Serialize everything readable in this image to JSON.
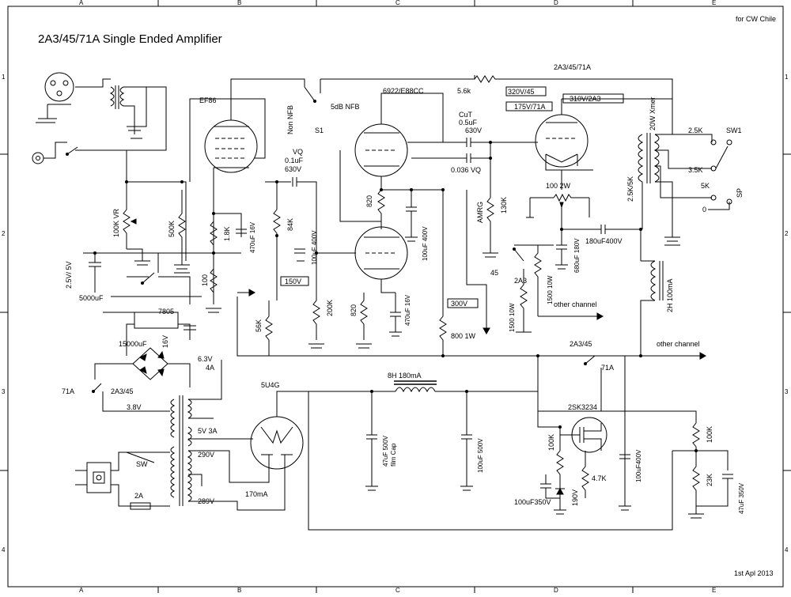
{
  "sheet": {
    "title": "2A3/45/71A Single Ended Amplifier",
    "credit": "for CW Chile",
    "date": "1st Apl 2013",
    "columns": [
      "A",
      "B",
      "C",
      "D",
      "E"
    ],
    "rows": [
      "1",
      "2",
      "3",
      "4"
    ]
  },
  "tubes": {
    "input": "EF86",
    "driver": "6922/E88CC",
    "output": "2A3/45/71A",
    "output_top": "2A3/45/71A",
    "rectifier": "5U4G",
    "mosfet": "2SK3234"
  },
  "labels": {
    "vr100k": "100K VR",
    "r500k": "500K",
    "r100": "100",
    "r1k8": "1.8K",
    "c470uf16": "470uF\n16V",
    "vq": "VQ",
    "c01": "0.1uF",
    "c01v": "630V",
    "r84k": "84K",
    "c100uf400a": "100uF 400V",
    "v150": "150V",
    "r56k": "56K",
    "r200k": "200K",
    "non_nfb": "Non NFB",
    "nfb5db": "5dB NFB",
    "s1": "S1",
    "r56": "5.6k",
    "r820a": "820",
    "r820b": "820",
    "c100uf400b": "100uF 400V",
    "c470uf16b": "470uF\n16V",
    "v300": "300V",
    "r800": "800 1W",
    "cut": "CuT",
    "c05": "0.5uF",
    "c05v": "630V",
    "c036": "0.036 VQ",
    "amrg": "AMRG",
    "r130k": "130K",
    "v320": "320V/45",
    "v310": "310V/2A3",
    "v175": "175V/71A",
    "r1002w": "100 2W",
    "c180": "180uF400V",
    "c680": "680uF 180V",
    "r1500a": "1500 10W",
    "r1500b": "1500 10W",
    "t45": "45",
    "t2a3": "2A3",
    "other1": "other channel",
    "other2": "other channel",
    "xmer": "20W Xmer",
    "imp": "2.5K/5K",
    "o25k": "2.5K",
    "o35k": "3.5K",
    "o5k": "5K",
    "o0": "0",
    "sw1": "SW1",
    "sp": "SP",
    "choke2h": "2H 100mA",
    "v25": "2.5V/ 5V",
    "c5000": "5000uF",
    "reg": "7805",
    "c15000": "15000uF",
    "v16": "16V",
    "t71a": "71A",
    "t2a345": "2A3/45",
    "v38": "3.8V",
    "v63": "6.3V",
    "a4": "4A",
    "v5": "5V 3A",
    "v290": "290V",
    "v289": "289V",
    "ma170": "170mA",
    "sw": "SW",
    "fuse": "2A",
    "choke8h": "8H 180mA",
    "c47film": "47uF 500V\nfilm Cap",
    "c100uf500": "100uF 500V",
    "sel2a345": "2A3/45",
    "sel71a": "71A",
    "r100k_m": "100K",
    "c100uf350": "100uF350V",
    "z190": "190V",
    "r47k": "4.7K",
    "c100uf400c": "100uF400V",
    "r100k_b": "100K",
    "r23k": "23K",
    "c47uf350": "47uF 350V"
  }
}
